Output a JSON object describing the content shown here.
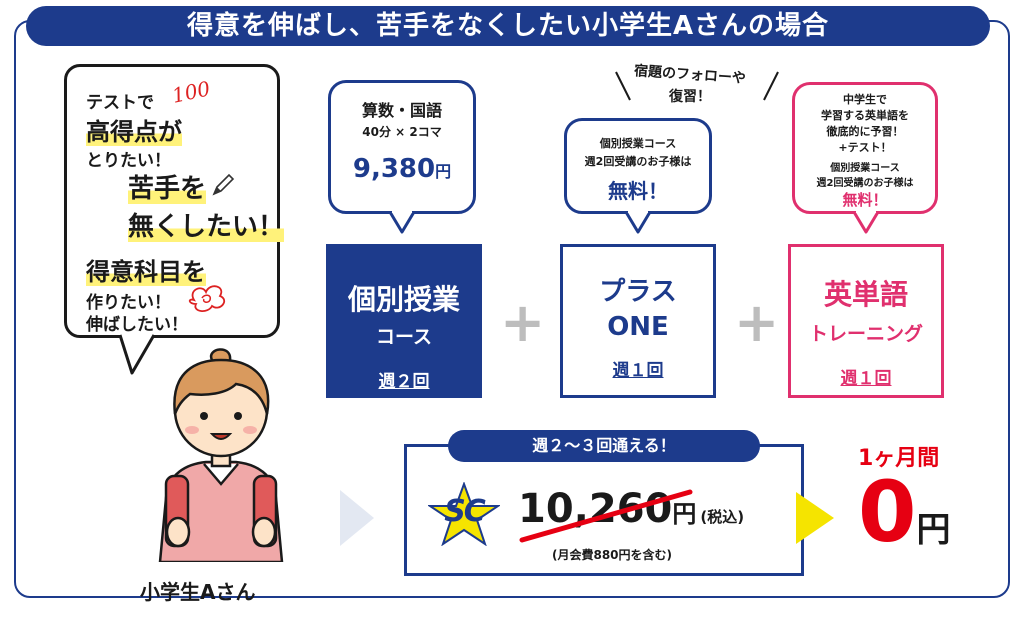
{
  "title": "得意を伸ばし、苦手をなくしたい小学生Aさんの場合",
  "speech": {
    "line1": "テストで",
    "doodle_100": "100",
    "line2": "高得点が",
    "line3": "とりたい！",
    "line4a": "苦手を",
    "line5": "無くしたい！",
    "line6": "得意科目を",
    "line7": "作りたい！",
    "line8": "伸ばしたい！"
  },
  "student_label": "小学生Aさん",
  "bubble1": {
    "line1": "算数・国語",
    "line2": "40分 × 2コマ",
    "price": "9,380",
    "unit": "円"
  },
  "note_top": {
    "line1": "宿題のフォローや",
    "line2": "復習！"
  },
  "bubble2": {
    "line1": "個別授業コース",
    "line2": "週2回受講のお子様は",
    "free": "無料！"
  },
  "bubble3": {
    "line1": "中学生で",
    "line2": "学習する英単語を",
    "line3": "徹底的に予習！",
    "line4": "+テスト！",
    "line5": "個別授業コース",
    "line6": "週2回受講のお子様は",
    "free": "無料！"
  },
  "courses": [
    {
      "name1": "個別授業",
      "name2": "コース",
      "freq": "週２回"
    },
    {
      "name1": "プラス",
      "name2": "ONE",
      "freq": "週１回"
    },
    {
      "name1": "英単語",
      "name2": "トレーニング",
      "freq": "週１回"
    }
  ],
  "plus_sign": "+",
  "price_box": {
    "header": "週２～３回通える！",
    "logo": "SC",
    "old_price": "10,260",
    "unit": "円",
    "tax": "(税込)",
    "note": "(月会費880円を含む)"
  },
  "result": {
    "period": "1ヶ月間",
    "price": "0",
    "unit": "円"
  },
  "colors": {
    "navy": "#1d3b8c",
    "pink": "#e0306e",
    "red": "#e60012",
    "yellow": "#f5e400"
  }
}
